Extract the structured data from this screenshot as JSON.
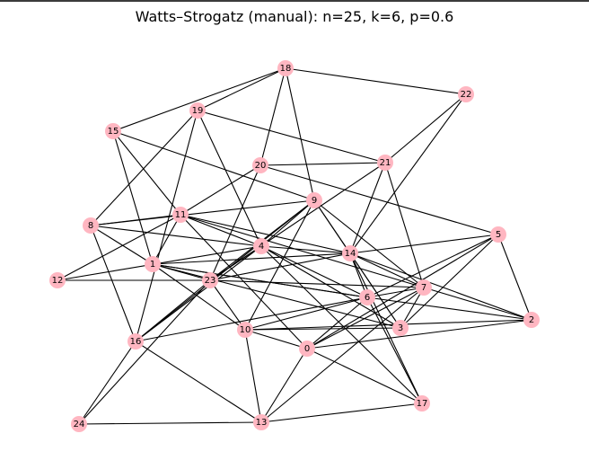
{
  "title": "Watts–Strogatz (manual): n=25, k=6, p=0.6",
  "colors": {
    "node_fill": "#ffb6c1",
    "edge": "#000000",
    "top_bar": "#3b3b3b"
  },
  "graph": {
    "nodes": [
      "0",
      "1",
      "2",
      "3",
      "4",
      "5",
      "6",
      "7",
      "8",
      "9",
      "10",
      "11",
      "12",
      "13",
      "14",
      "15",
      "16",
      "17",
      "18",
      "19",
      "20",
      "21",
      "22",
      "23",
      "24"
    ],
    "edges": [
      [
        "18",
        "22"
      ],
      [
        "18",
        "15"
      ],
      [
        "18",
        "19"
      ],
      [
        "18",
        "20"
      ],
      [
        "18",
        "9"
      ],
      [
        "22",
        "21"
      ],
      [
        "22",
        "14"
      ],
      [
        "19",
        "8"
      ],
      [
        "19",
        "4"
      ],
      [
        "19",
        "16"
      ],
      [
        "15",
        "9"
      ],
      [
        "15",
        "1"
      ],
      [
        "15",
        "11"
      ],
      [
        "21",
        "20"
      ],
      [
        "21",
        "19"
      ],
      [
        "21",
        "14"
      ],
      [
        "21",
        "7"
      ],
      [
        "21",
        "23"
      ],
      [
        "20",
        "11"
      ],
      [
        "20",
        "5"
      ],
      [
        "20",
        "23"
      ],
      [
        "9",
        "8"
      ],
      [
        "9",
        "14"
      ],
      [
        "9",
        "7"
      ],
      [
        "9",
        "3"
      ],
      [
        "9",
        "10"
      ],
      [
        "9",
        "16"
      ],
      [
        "9",
        "4"
      ],
      [
        "9",
        "23"
      ],
      [
        "11",
        "8"
      ],
      [
        "11",
        "12"
      ],
      [
        "11",
        "1"
      ],
      [
        "11",
        "14"
      ],
      [
        "11",
        "7"
      ],
      [
        "11",
        "4"
      ],
      [
        "11",
        "0"
      ],
      [
        "8",
        "4"
      ],
      [
        "8",
        "1"
      ],
      [
        "8",
        "16"
      ],
      [
        "4",
        "12"
      ],
      [
        "4",
        "14"
      ],
      [
        "4",
        "6"
      ],
      [
        "4",
        "3"
      ],
      [
        "4",
        "16"
      ],
      [
        "4",
        "23"
      ],
      [
        "5",
        "14"
      ],
      [
        "5",
        "6"
      ],
      [
        "5",
        "2"
      ],
      [
        "5",
        "3"
      ],
      [
        "5",
        "0"
      ],
      [
        "14",
        "23"
      ],
      [
        "14",
        "7"
      ],
      [
        "14",
        "6"
      ],
      [
        "14",
        "3"
      ],
      [
        "14",
        "17"
      ],
      [
        "14",
        "2"
      ],
      [
        "14",
        "1"
      ],
      [
        "12",
        "23"
      ],
      [
        "1",
        "23"
      ],
      [
        "1",
        "6"
      ],
      [
        "1",
        "3"
      ],
      [
        "1",
        "10"
      ],
      [
        "23",
        "7"
      ],
      [
        "23",
        "24"
      ],
      [
        "23",
        "16"
      ],
      [
        "23",
        "10"
      ],
      [
        "6",
        "7"
      ],
      [
        "6",
        "17"
      ],
      [
        "6",
        "10"
      ],
      [
        "6",
        "16"
      ],
      [
        "6",
        "0"
      ],
      [
        "6",
        "2"
      ],
      [
        "6",
        "1"
      ],
      [
        "7",
        "2"
      ],
      [
        "7",
        "0"
      ],
      [
        "7",
        "3"
      ],
      [
        "7",
        "13"
      ],
      [
        "2",
        "10"
      ],
      [
        "2",
        "0"
      ],
      [
        "3",
        "10"
      ],
      [
        "10",
        "0"
      ],
      [
        "10",
        "13"
      ],
      [
        "0",
        "17"
      ],
      [
        "0",
        "13"
      ],
      [
        "16",
        "13"
      ],
      [
        "16",
        "24"
      ],
      [
        "24",
        "13"
      ],
      [
        "13",
        "17"
      ],
      [
        "17",
        "4"
      ]
    ]
  }
}
